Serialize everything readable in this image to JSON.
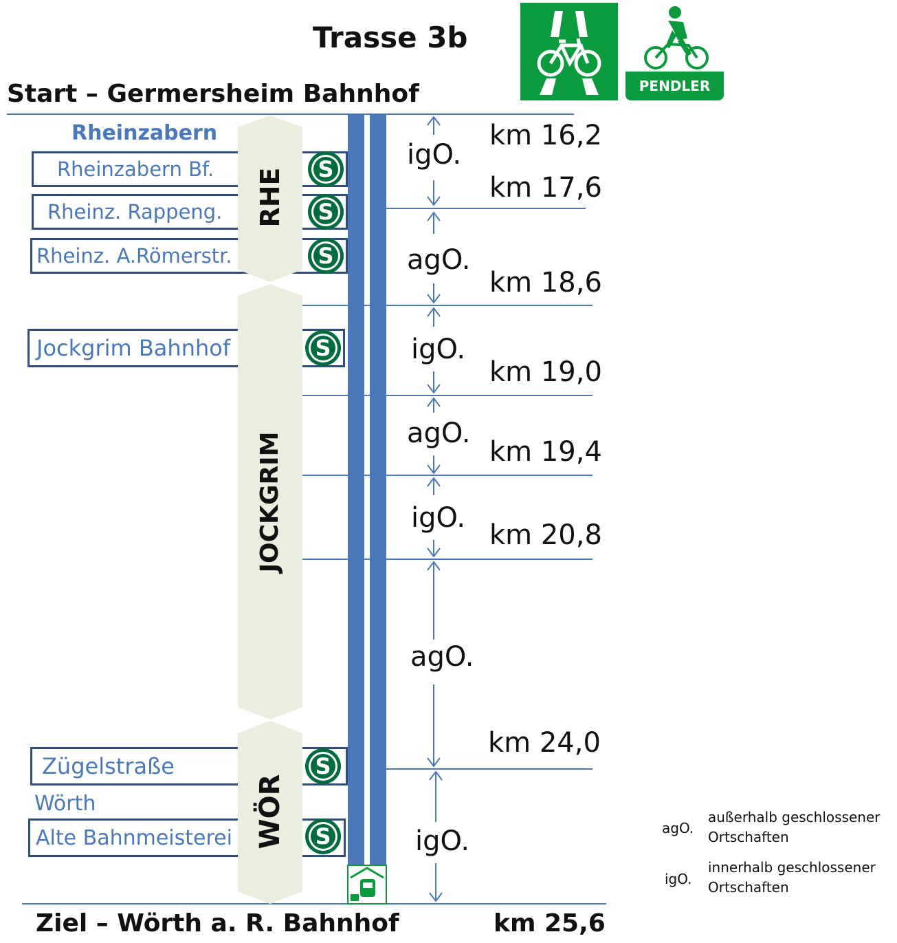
{
  "title": "Trasse 3b",
  "start_label": "Start – Germersheim Bahnhof",
  "end_label": "Ziel – Wörth a. R. Bahnhof",
  "end_km": "km 25,6",
  "colors": {
    "accent": "#4a78b8",
    "route_line": "#4a78b8",
    "hex_fill": "#eaeedf",
    "green": "#0b9a3d",
    "sbahn_green": "#006b3c"
  },
  "logos": {
    "route_sign": "bicycle-highway-icon",
    "pendler_label": "PENDLER"
  },
  "towns": {
    "rheinzabern": "Rheinzabern",
    "woerth": "Wörth"
  },
  "stations": [
    {
      "label": "Rheinzabern Bf."
    },
    {
      "label": "Rheinz. Rappeng."
    },
    {
      "label": "Rheinz. A.Römerstr."
    },
    {
      "label": "Jockgrim Bahnhof"
    },
    {
      "label": "Zügelstraße"
    },
    {
      "label": "Alte Bahnmeisterei"
    }
  ],
  "districts": [
    {
      "label": "RHE"
    },
    {
      "label": "JOCKGRIM"
    },
    {
      "label": "WÖR"
    }
  ],
  "km_marks": [
    {
      "label": "km 16,2"
    },
    {
      "label": "km 17,6"
    },
    {
      "label": "km 18,6"
    },
    {
      "label": "km 19,0"
    },
    {
      "label": "km 19,4"
    },
    {
      "label": "km 20,8"
    },
    {
      "label": "km 24,0"
    }
  ],
  "segments": [
    {
      "label": "igO."
    },
    {
      "label": "agO."
    },
    {
      "label": "igO."
    },
    {
      "label": "agO."
    },
    {
      "label": "igO."
    },
    {
      "label": "agO."
    },
    {
      "label": "igO."
    }
  ],
  "legend": [
    {
      "abbr": "agO.",
      "text1": "außerhalb geschlossener",
      "text2": "Ortschaften"
    },
    {
      "abbr": "igO.",
      "text1": "innerhalb geschlossener",
      "text2": "Ortschaften"
    }
  ]
}
